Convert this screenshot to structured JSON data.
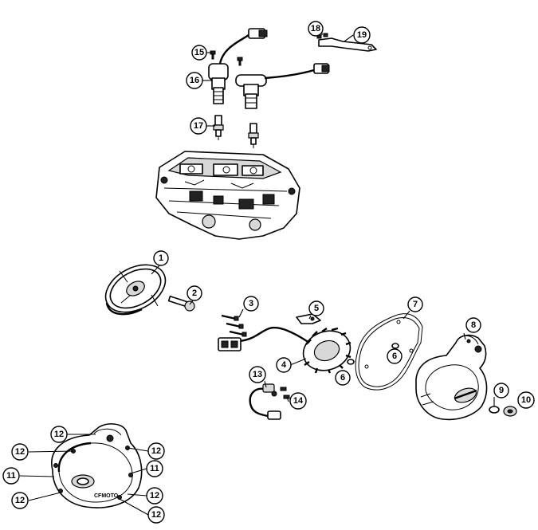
{
  "diagram": {
    "callouts": [
      {
        "id": "c15",
        "label": "15"
      },
      {
        "id": "c16",
        "label": "16"
      },
      {
        "id": "c17",
        "label": "17"
      },
      {
        "id": "c18",
        "label": "18"
      },
      {
        "id": "c19",
        "label": "19"
      },
      {
        "id": "c1",
        "label": "1"
      },
      {
        "id": "c2",
        "label": "2"
      },
      {
        "id": "c3",
        "label": "3"
      },
      {
        "id": "c4",
        "label": "4"
      },
      {
        "id": "c5",
        "label": "5"
      },
      {
        "id": "c6a",
        "label": "6"
      },
      {
        "id": "c6b",
        "label": "6"
      },
      {
        "id": "c7",
        "label": "7"
      },
      {
        "id": "c8",
        "label": "8"
      },
      {
        "id": "c9",
        "label": "9"
      },
      {
        "id": "c10",
        "label": "10"
      },
      {
        "id": "c13",
        "label": "13"
      },
      {
        "id": "c14",
        "label": "14"
      },
      {
        "id": "c12a",
        "label": "12"
      },
      {
        "id": "c12b",
        "label": "12"
      },
      {
        "id": "c12c",
        "label": "12"
      },
      {
        "id": "c11a",
        "label": "11"
      },
      {
        "id": "c11b",
        "label": "11"
      },
      {
        "id": "c12d",
        "label": "12"
      },
      {
        "id": "c12e",
        "label": "12"
      },
      {
        "id": "c12f",
        "label": "12"
      }
    ],
    "cover_logo": "CFMOTO"
  }
}
